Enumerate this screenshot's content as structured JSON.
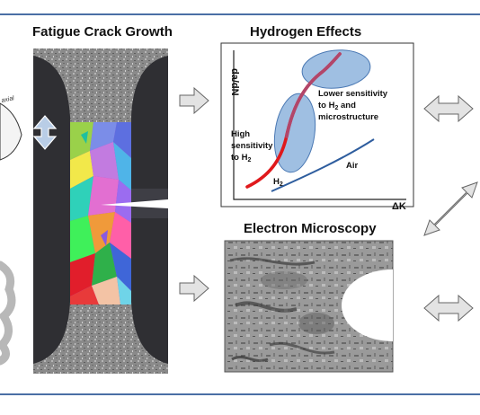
{
  "panels": {
    "fatigue": {
      "title": "Fatigue Crack Growth"
    },
    "hydrogen": {
      "title": "Hydrogen Effects",
      "y_axis": "da/dN",
      "x_axis": "ΔK",
      "label_lower": [
        "Lower sensitivity",
        "to H",
        "2",
        " and",
        "microstructure"
      ],
      "label_high": [
        "High",
        "sensitivity",
        "to H",
        "2"
      ],
      "label_air": "Air",
      "label_h2_main": "H",
      "label_h2_sub": "2"
    },
    "microscopy": {
      "title": "Electron Microscopy"
    },
    "left_fragment": {
      "text": "axial"
    }
  },
  "colors": {
    "rule": "#4a6fa5",
    "h2_curve": "#e0191c",
    "air_curve": "#2e5d9e",
    "ellipse_fill": "#9fbfe2",
    "arrow_fill": "#e3e3e3",
    "arrow_stroke": "#666666"
  }
}
